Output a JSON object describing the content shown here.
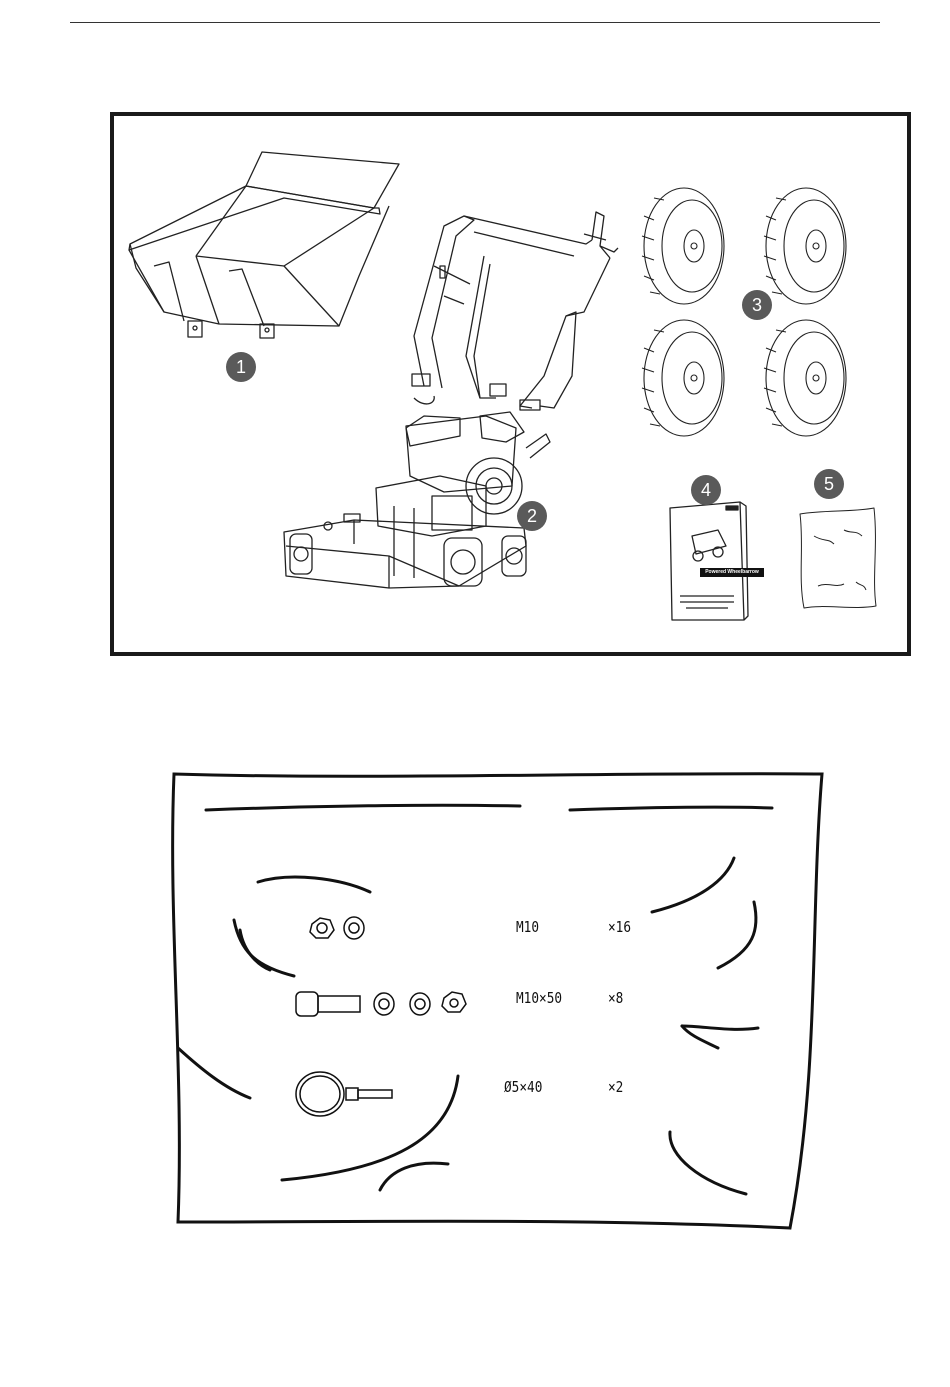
{
  "badges": [
    "1",
    "2",
    "3",
    "4",
    "5"
  ],
  "manual": {
    "title": "Powered Wheelbarrow"
  },
  "hardware": [
    {
      "icon": "nut-washer-icon",
      "spec": "M10",
      "qty": "×16"
    },
    {
      "icon": "bolt-washer-nut-icon",
      "spec": "M10×50",
      "qty": "×8"
    },
    {
      "icon": "linch-pin-icon",
      "spec": "Ø5×40",
      "qty": "×2"
    }
  ]
}
